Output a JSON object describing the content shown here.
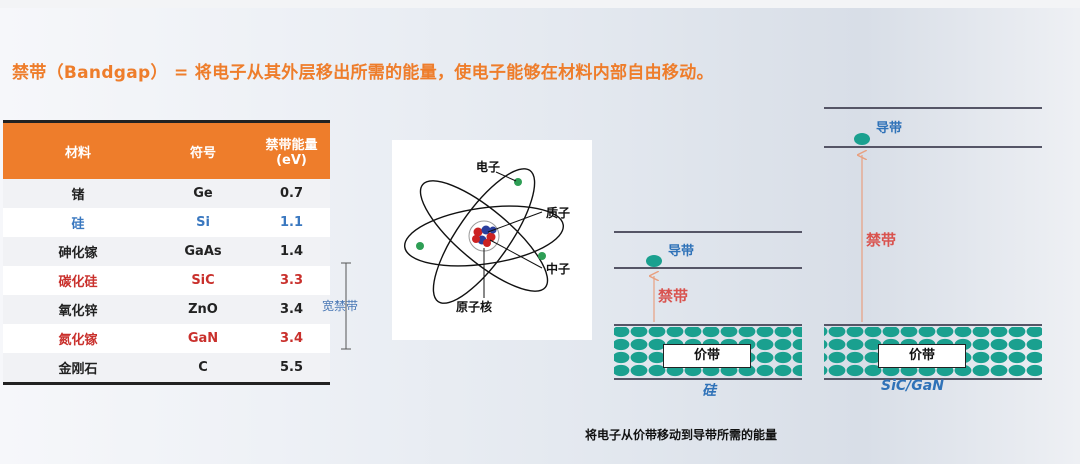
{
  "headline": "禁带（Bandgap） = 将电子从其外层移出所需的能量，使电子能够在材料内部自由移动。",
  "table": {
    "headers": {
      "material": "材料",
      "symbol": "符号",
      "energy": "禁带能量\n(eV)"
    },
    "rows": [
      {
        "material": "锗",
        "symbol": "Ge",
        "energy": "0.7",
        "color": "#222222"
      },
      {
        "material": "硅",
        "symbol": "Si",
        "energy": "1.1",
        "color": "#3a78c0"
      },
      {
        "material": "砷化镓",
        "symbol": "GaAs",
        "energy": "1.4",
        "color": "#222222"
      },
      {
        "material": "碳化硅",
        "symbol": "SiC",
        "energy": "3.3",
        "color": "#c9302c"
      },
      {
        "material": "氧化锌",
        "symbol": "ZnO",
        "energy": "3.4",
        "color": "#222222"
      },
      {
        "material": "氮化镓",
        "symbol": "GaN",
        "energy": "3.4",
        "color": "#c9302c"
      },
      {
        "material": "金刚石",
        "symbol": "C",
        "energy": "5.5",
        "color": "#222222"
      }
    ],
    "wide_bandgap_label": "宽禁带"
  },
  "atom": {
    "electron": "电子",
    "proton": "质子",
    "neutron": "中子",
    "nucleus": "原子核"
  },
  "si_diagram": {
    "conduction": "导带",
    "gap": "禁带",
    "valence": "价带",
    "material": "硅"
  },
  "wbg_diagram": {
    "conduction": "导带",
    "gap": "禁带",
    "valence": "价带",
    "material": "SiC/GaN"
  },
  "bottom_caption": "将电子从价带移动到导带所需的能量",
  "colors": {
    "accent_orange": "#ee7d2b",
    "band_teal": "#1aa08f",
    "gap_red": "#d9534f",
    "blue_text": "#3a78c0"
  }
}
